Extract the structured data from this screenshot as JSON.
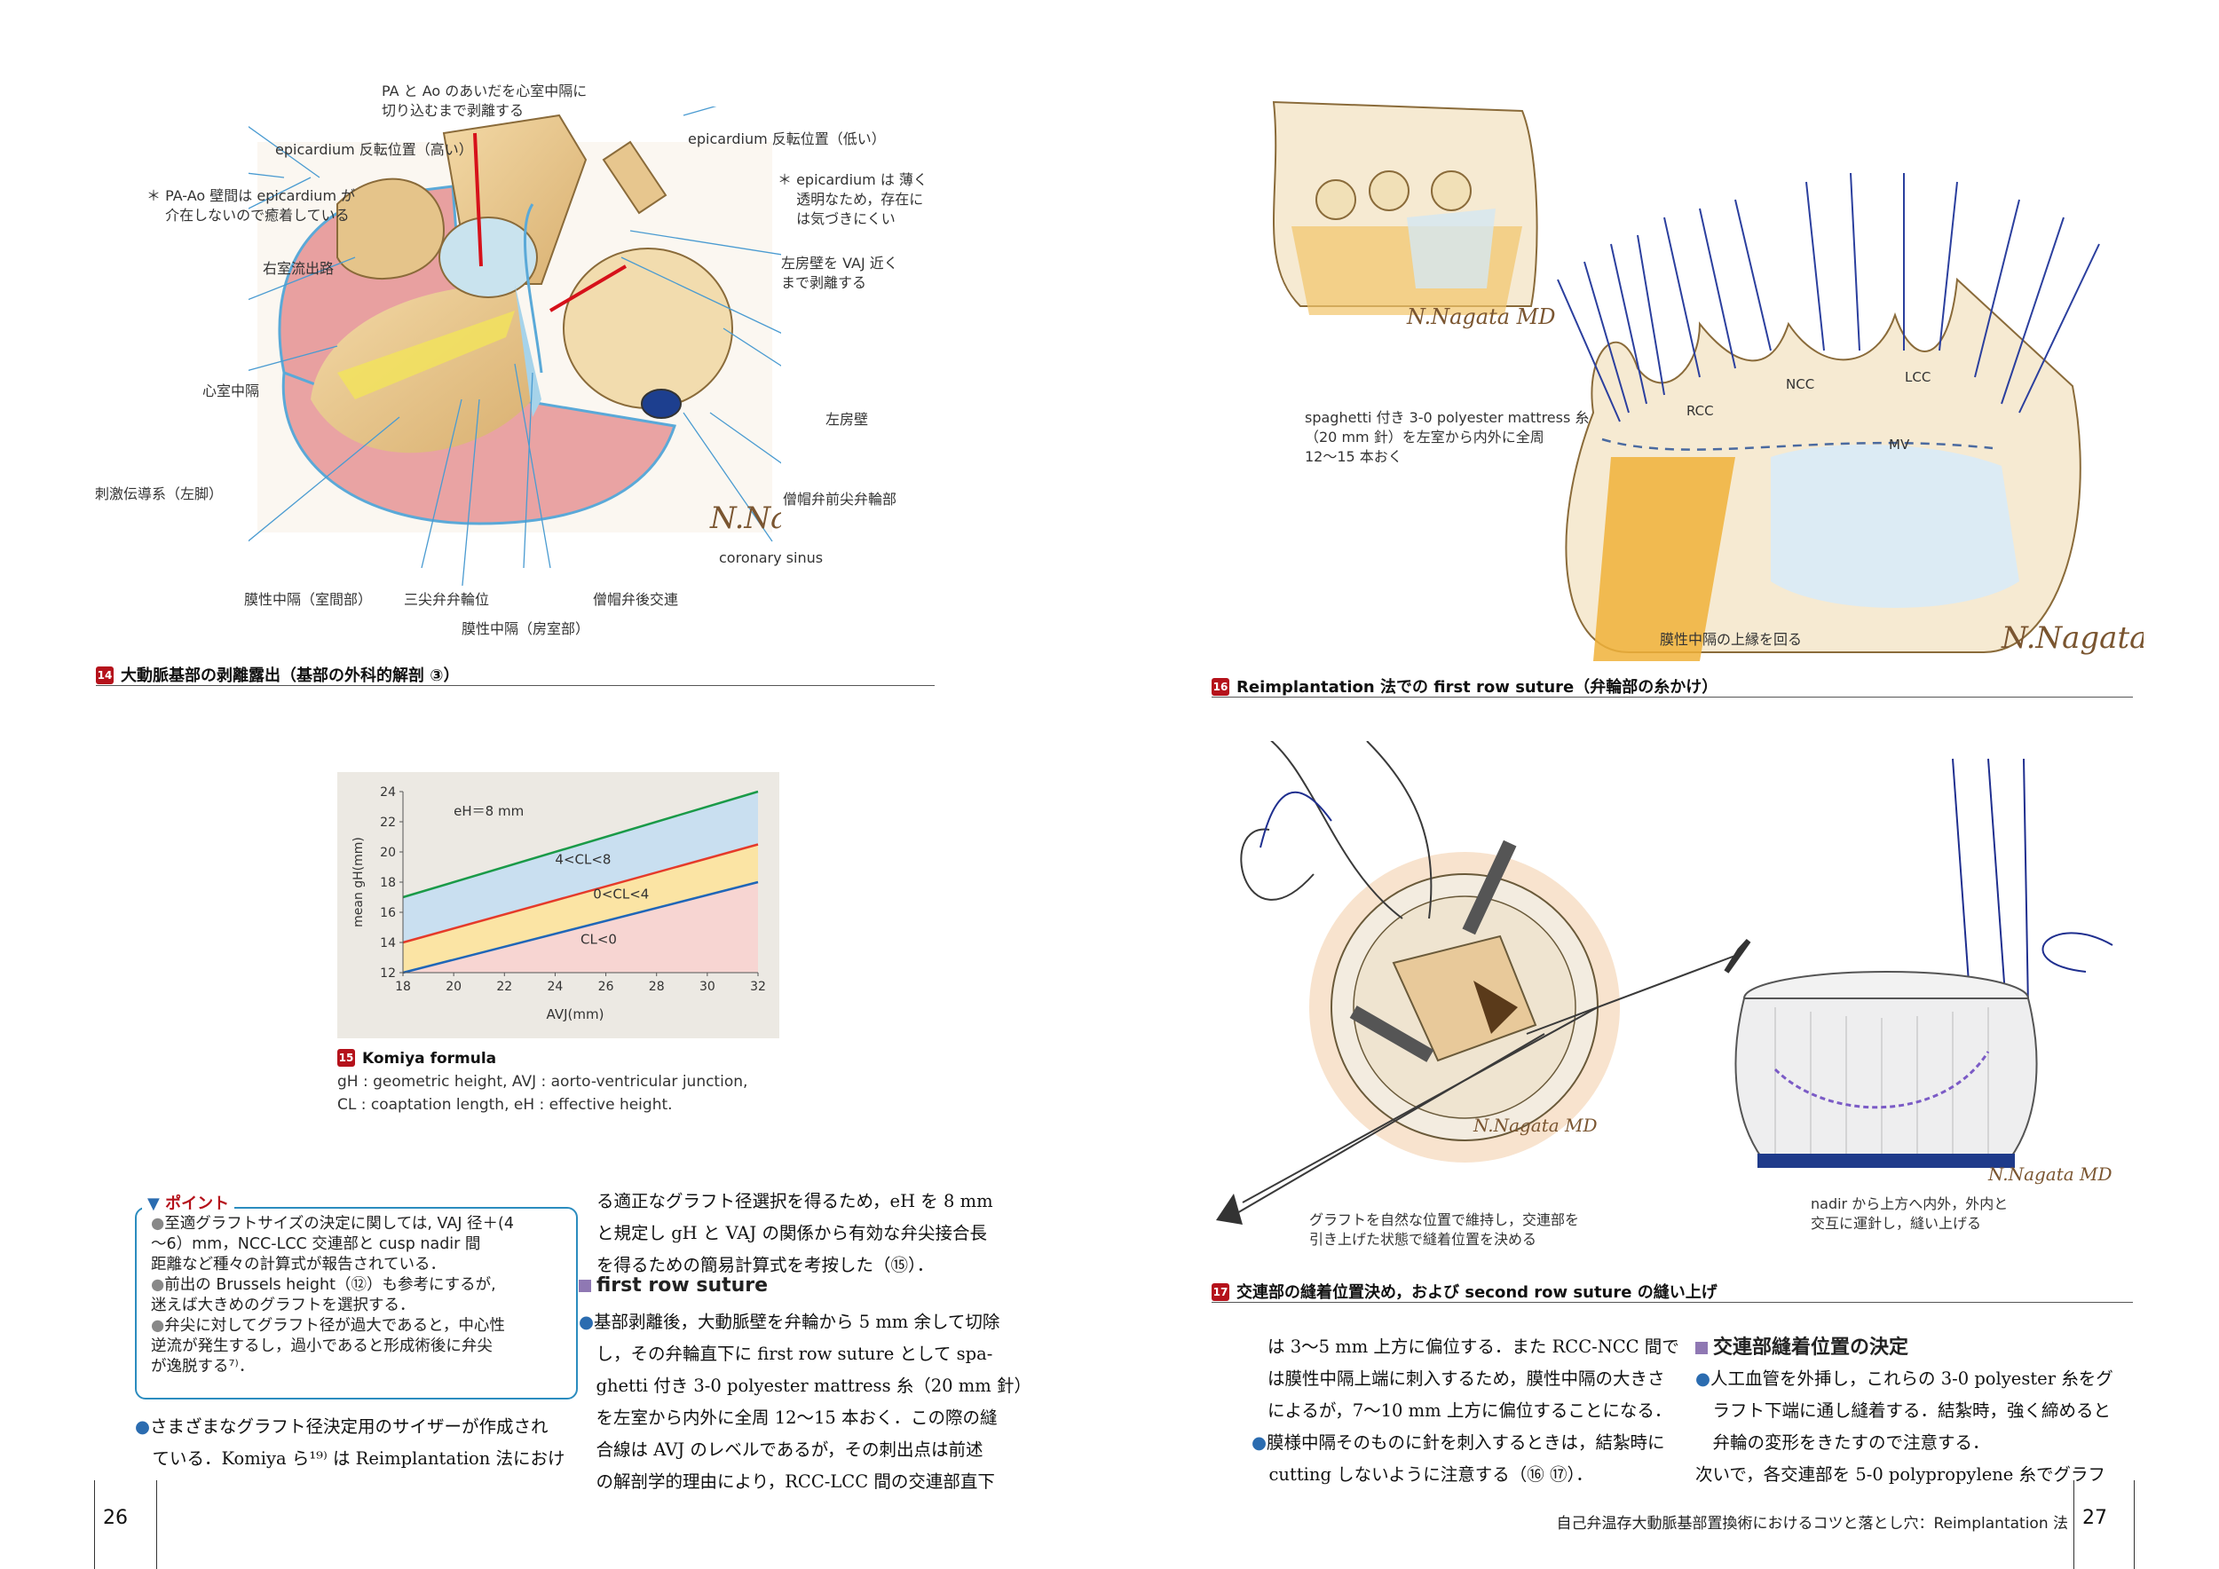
{
  "fig14": {
    "labels": {
      "pa_ao": "PA と Ao のあいだを心室中隔に\n切り込むまで剥離する",
      "epi_high": "epicardium 反転位置（高い）",
      "epi_low": "epicardium 反転位置（低い）",
      "pa_ao_wall": "＊ PA-Ao 壁間は epicardium が\n　 介在しないので癒着している",
      "epi_thin": "＊ epicardium は 薄く\n　 透明なため，存在に\n　 は気づきにくい",
      "rvot": "右室流出路",
      "la_wall_vaj": "左房壁を VAJ 近く\nまで剥離する",
      "ivs": "心室中隔",
      "la_wall": "左房壁",
      "conduction": "刺激伝導系（左脚）",
      "aml": "僧帽弁前尖弁輪部",
      "coronary_sinus": "coronary sinus",
      "mem_interventricular": "膜性中隔（室間部）",
      "tricuspid_annulus": "三尖弁弁輪位",
      "mitral_post_commissure": "僧帽弁後交連",
      "mem_av": "膜性中隔（房室部）"
    },
    "signature": "N.Nagata MD",
    "caption_num": "14",
    "caption": "大動脈基部の剥離露出（基部の外科的解剖 ③）"
  },
  "fig16": {
    "labels": {
      "rcc": "RCC",
      "ncc": "NCC",
      "lcc": "LCC",
      "mv": "MV",
      "spaghetti": "spaghetti 付き 3-0 polyester mattress 糸\n（20 mm 針）を左室から内外に全周\n12〜15 本おく",
      "membranous_upper": "膜性中隔の上縁を回る"
    },
    "signature": "N.Nagata MD",
    "caption_num": "16",
    "caption": "Reimplantation 法での first row suture（弁輪部の糸かけ）"
  },
  "fig15": {
    "chart_data": {
      "type": "line",
      "x": [
        18,
        32
      ],
      "xlabel": "AVJ(mm)",
      "ylabel": "mean gH(mm)",
      "xlim": [
        18,
        32
      ],
      "ylim": [
        12,
        24
      ],
      "xticks": [
        "18",
        "20",
        "22",
        "24",
        "26",
        "28",
        "30",
        "32"
      ],
      "yticks": [
        "12",
        "14",
        "16",
        "18",
        "20",
        "22",
        "24"
      ],
      "series": [
        {
          "values": [
            17.0,
            24.0
          ],
          "color": "#1a9a48"
        },
        {
          "values": [
            14.0,
            20.5
          ],
          "color": "#e53a2a"
        },
        {
          "values": [
            12.0,
            18.0
          ],
          "color": "#1f66b8"
        }
      ],
      "annotations": [
        "eH＝8 mm",
        "4<CL<8",
        "0<CL<4",
        "CL<0"
      ],
      "band_colors": [
        "#c9dff0",
        "#fbe4a4",
        "#f7d5d2"
      ],
      "grid": false
    },
    "caption_num": "15",
    "caption": "Komiya formula",
    "note1": "gH : geometric height, AVJ : aorto-ventricular junction,",
    "note2": "CL : coaptation length, eH : effective height."
  },
  "point": {
    "title": "ポイント",
    "items": [
      "至適グラフトサイズの決定に関しては, VAJ 径＋(4\n〜6）mm，NCC-LCC 交連部と cusp nadir 間\n距離など種々の計算式が報告されている．",
      "前出の Brussels height（⑫）も参考にするが,\n迷えば大きめのグラフトを選択する．",
      "弁尖に対してグラフト径が過大であると，中心性\n逆流が発生するし，過小であると形成術後に弁尖\nが逸脱する⁷⁾．"
    ]
  },
  "text": {
    "col1": "さまざまなグラフト径決定用のサイザーが作成され\n　ている．Komiya ら¹⁹⁾ は Reimplantation 法におけ",
    "col2_top": "る適正なグラフト径選択を得るため，eH を 8 mm\nと規定し gH と VAJ の関係から有効な弁尖接合長\nを得るための簡易計算式を考按した（⑮）．",
    "h_first_row": "first row suture",
    "col2_body": "基部剥離後，大動脈壁を弁輪から 5 mm 余して切除\n　し，その弁輪直下に first row suture として spa-\n　ghetti 付き 3-0 polyester mattress 糸（20 mm 針）\n　を左室から内外に全周 12〜15 本おく．この際の縫\n　合線は AVJ のレベルであるが，その刺出点は前述\n　の解剖学的理由により，RCC-LCC 間の交連部直下",
    "col3": "は 3〜5 mm 上方に偏位する．また RCC-NCC 間で\nは膜性中隔上端に刺入するため，膜性中隔の大きさ\nによるが，7〜10 mm 上方に偏位することになる．",
    "col3_bullet": "膜様中隔そのものに針を刺入するときは，結紮時に\n　cutting しないように注意する（⑯ ⑰）．",
    "h_commissure": "交連部縫着位置の決定",
    "col4": "人工血管を外挿し，これらの 3-0 polyester 糸をグ\n　ラフト下端に通し縫着する．結紮時，強く締めると\n　弁輪の変形をきたすので注意する．\n次いで，各交連部を 5-0 polypropylene 糸でグラフ"
  },
  "fig17": {
    "label_left": "グラフトを自然な位置で維持し，交連部を\n引き上げた状態で縫着位置を決める",
    "label_right": "nadir から上方へ内外，外内と\n交互に運針し，縫い上げる",
    "caption_num": "17",
    "caption": "交連部の縫着位置決め，および second row suture の縫い上げ"
  },
  "footer": {
    "page_left": "26",
    "page_right": "27",
    "running_title": "自己弁温存大動脈基部置換術におけるコツと落とし穴：Reimplantation 法"
  },
  "colors": {
    "accent_red": "#b5121b",
    "accent_purple": "#8f78b3",
    "point_blue": "#2b8cbf"
  }
}
